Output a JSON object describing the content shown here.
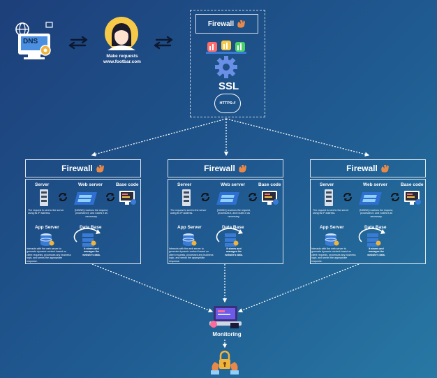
{
  "top": {
    "dns_label": "DNS",
    "user_caption_line1": "Make requests",
    "user_caption_line2": "www.footbar.com",
    "firewall_label": "Firewall",
    "ssl_label": "SSL",
    "https_label": "HTTPS://"
  },
  "servers": [
    {
      "firewall_label": "Firewall",
      "server_label": "Server",
      "web_server_label": "Web server",
      "base_code_label": "Base code",
      "server_desc": "The request is sent to the server using its IP address.",
      "web_desc": "[NGINX] receives the request, processes it, and routes it as necessary.",
      "app_server_label": "App Server",
      "database_label": "Data Base",
      "app_desc": "Interacts with the web server to generate dynamic content based on client requests, processes any business logic, and sends the appropriate response.",
      "db_desc": "It stores and manages the website's data."
    },
    {
      "firewall_label": "Firewall",
      "server_label": "Server",
      "web_server_label": "Web server",
      "base_code_label": "Base code",
      "server_desc": "The request is sent to the server using its IP address.",
      "web_desc": "[NGINX] receives the request, processes it, and routes it as necessary.",
      "app_server_label": "App Server",
      "database_label": "Data Base",
      "app_desc": "Interacts with the web server to generate dynamic content based on client requests, processes any business logic, and sends the appropriate response.",
      "db_desc": "It stores and manages the website's data."
    },
    {
      "firewall_label": "Firewall",
      "server_label": "Server",
      "web_server_label": "Web server",
      "base_code_label": "Base code",
      "server_desc": "The request is sent to the server using its IP address.",
      "web_desc": "[NGINX] receives the request, processes it, and routes it as necessary.",
      "app_server_label": "App Server",
      "database_label": "Data Base",
      "app_desc": "Interacts with the web server to generate dynamic content based on client requests, processes any business logic, and sends the appropriate response.",
      "db_desc": "It stores and manages the website's data."
    }
  ],
  "monitoring": {
    "label": "Monitoring"
  },
  "colors": {
    "background_start": "#1d3f7a",
    "background_end": "#2878a4",
    "icon_blue": "#3a7bd5",
    "hand_orange": "#e8894a"
  }
}
